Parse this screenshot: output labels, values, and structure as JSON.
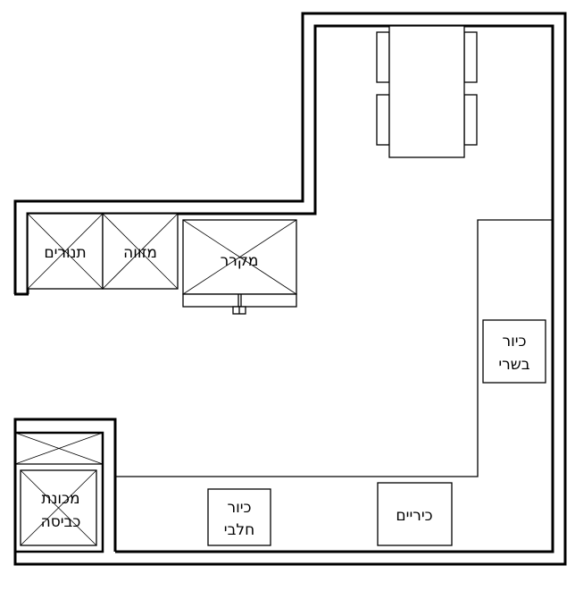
{
  "labels": {
    "ovens": "תנורים",
    "mezuzah": "מזווה",
    "fridge": "מקרר",
    "washing_machine_line1": "מכונת",
    "washing_machine_line2": "כביסה",
    "dairy_sink_line1": "כיור",
    "dairy_sink_line2": "חלבי",
    "cooktop": "כיריים",
    "meat_sink_line1": "כיור",
    "meat_sink_line2": "בשרי"
  },
  "colors": {
    "line": "#000000",
    "background": "#ffffff"
  }
}
